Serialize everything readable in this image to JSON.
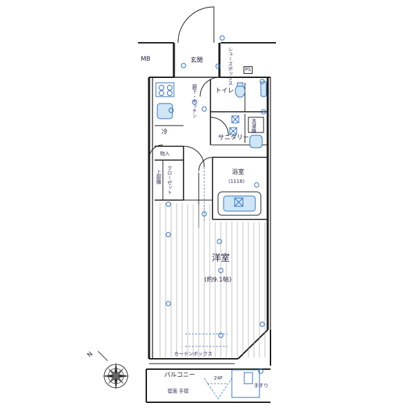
{
  "labels": {
    "mb": "MB",
    "entrance": "玄関",
    "shoe_box": "シューズボックス",
    "ps": "PS",
    "corridor_kitchen": "廊下・キッチン",
    "toilet": "トイレ",
    "laundry": "洗濯機",
    "sanitary": "サニタリー",
    "fridge": "冷",
    "storage": "物入",
    "closet": "クローゼット",
    "upper_shelf": "上部棚",
    "bath": "浴室",
    "bath_size": "(1116)",
    "western_room": "洋室",
    "room_size": "(約9.1帖)",
    "balcony": "バルコニー",
    "curtain_box": "カーテンボックス",
    "ceiling_height": "24F",
    "handrail": "手すり",
    "compass_n": "N",
    "balcony_rail": "壁面 手摺"
  },
  "colors": {
    "wall": "#1a1a1a",
    "fixture_blue": "#2f6fc0",
    "fixture_fill": "#cfe6f7",
    "line_thin": "#555555",
    "flooring": "#9a9a9a"
  },
  "icons": [
    "entrance-door-swing",
    "stove-icon",
    "sink-icon",
    "toilet-icon",
    "bathtub-icon",
    "washbasin-icon",
    "compass-rose-icon"
  ]
}
